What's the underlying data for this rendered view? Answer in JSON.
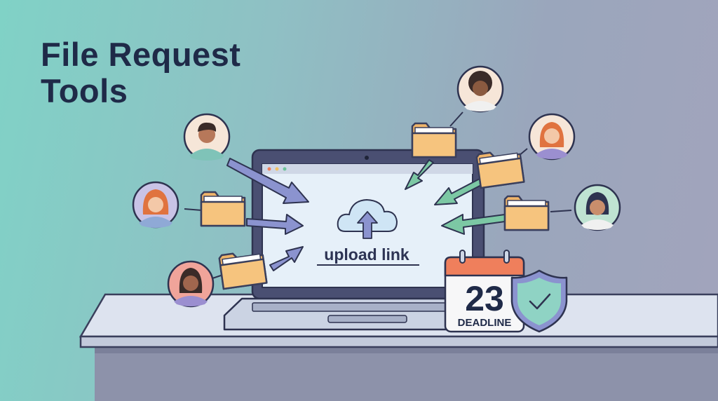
{
  "title": {
    "line1": "File Request",
    "line2": "Tools"
  },
  "screen": {
    "label": "upload link"
  },
  "calendar": {
    "day": "23",
    "label": "DEADLINE"
  },
  "colors": {
    "accent_purple": "#8b93cf",
    "accent_green": "#7cc8a4",
    "folder": "#f6c47e",
    "calendar_header": "#ef7f5c",
    "shield": "#8fd3c4"
  }
}
